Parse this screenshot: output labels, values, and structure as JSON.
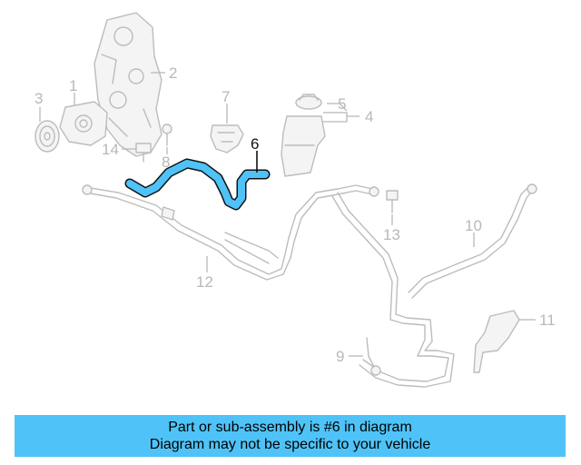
{
  "diagram": {
    "highlight_color": "#4fc3f7",
    "callouts": {
      "c1": "1",
      "c2": "2",
      "c3": "3",
      "c4": "4",
      "c5": "5",
      "c6": "6",
      "c7": "7",
      "c8": "8",
      "c9": "9",
      "c10": "10",
      "c11": "11",
      "c12": "12",
      "c13": "13",
      "c14": "14"
    },
    "highlighted_part": "6"
  },
  "banner": {
    "line1": "Part or sub-assembly is #6 in diagram",
    "line2": "Diagram may not be specific to your vehicle",
    "color": "#4fc3f7"
  }
}
